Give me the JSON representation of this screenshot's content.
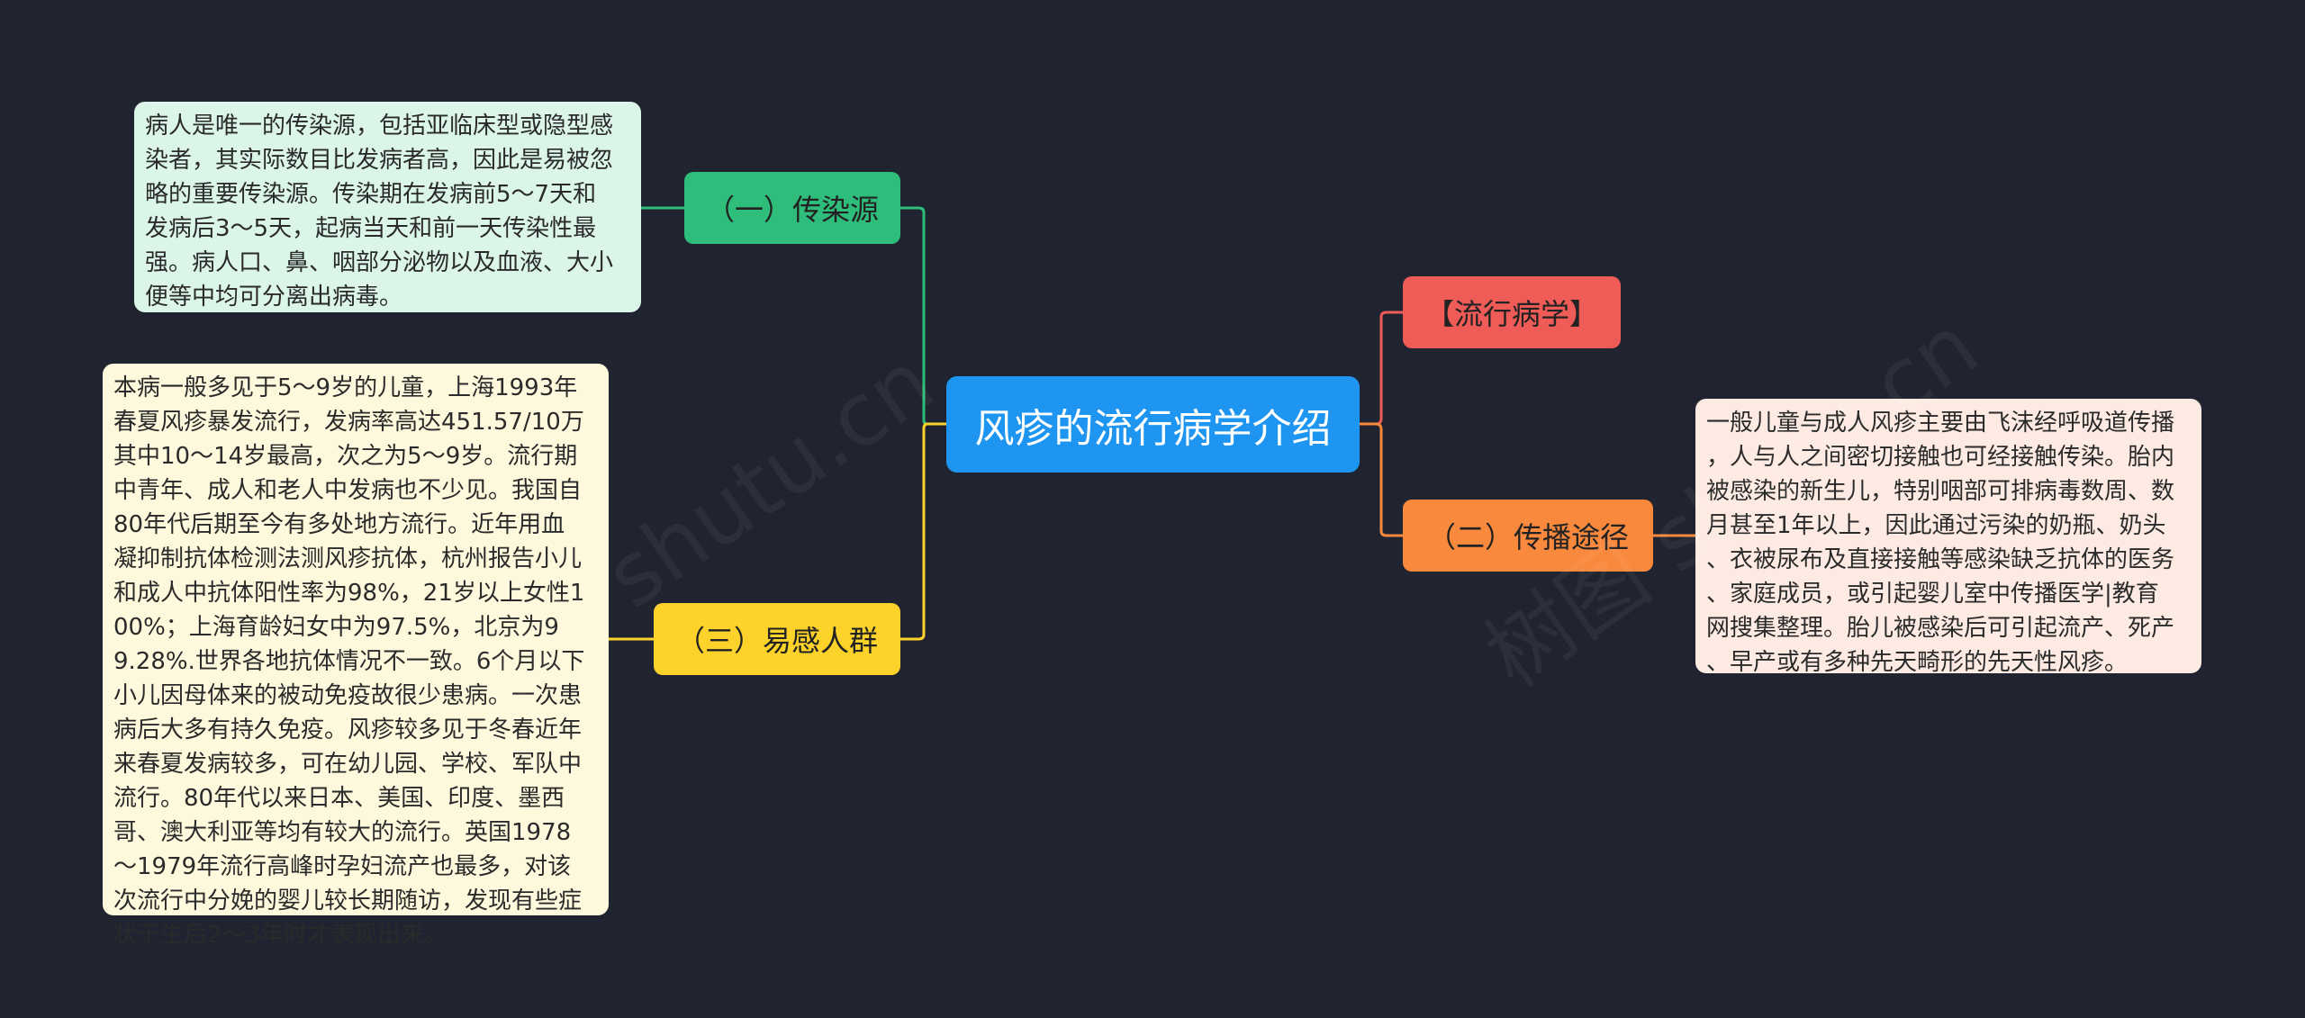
{
  "root": {
    "label": "风疹的流行病学介绍"
  },
  "branches": [
    {
      "id": "b1",
      "label": "（一）传染源",
      "color": "#2ebd7a"
    },
    {
      "id": "b2",
      "label": "【流行病学】",
      "color": "#ef5b57"
    },
    {
      "id": "b3",
      "label": "（二）传播途径",
      "color": "#f9893d"
    },
    {
      "id": "b4",
      "label": "（三）易感人群",
      "color": "#fcd22b"
    }
  ],
  "leaves": {
    "source": "病人是唯一的传染源，包括亚临床型或隐型感\n染者，其实际数目比发病者高，因此是易被忽\n略的重要传染源。传染期在发病前5～7天和\n发病后3～5天，起病当天和前一天传染性最\n强。病人口、鼻、咽部分泌物以及血液、大小\n便等中均可分离出病毒。",
    "susceptible": "本病一般多见于5～9岁的儿童，上海1993年\n春夏风疹暴发流行，发病率高达451.57/10万\n其中10～14岁最高，次之为5～9岁。流行期\n中青年、成人和老人中发病也不少见。我国自\n80年代后期至今有多处地方流行。近年用血\n凝抑制抗体检测法测风疹抗体，杭州报告小儿\n和成人中抗体阳性率为98%，21岁以上女性1\n00%；上海育龄妇女中为97.5%，北京为9\n9.28%.世界各地抗体情况不一致。6个月以下\n小儿因母体来的被动免疫故很少患病。一次患\n病后大多有持久免疫。风疹较多见于冬春近年\n来春夏发病较多，可在幼儿园、学校、军队中\n流行。80年代以来日本、美国、印度、墨西\n哥、澳大利亚等均有较大的流行。英国1978\n～1979年流行高峰时孕妇流产也最多，对该\n次流行中分娩的婴儿较长期随访，发现有些症\n状于生后2～3年时才表现出来。",
    "route": "一般儿童与成人风疹主要由飞沫经呼吸道传播\n，人与人之间密切接触也可经接触传染。胎内\n被感染的新生儿，特别咽部可排病毒数周、数\n月甚至1年以上，因此通过污染的奶瓶、奶头\n、衣被尿布及直接接触等感染缺乏抗体的医务\n、家庭成员，或引起婴儿室中传播医学|教育\n网搜集整理。胎儿被感染后可引起流产、死产\n、早产或有多种先天畸形的先天性风疹。"
  },
  "watermark": "树图 shutu.cn"
}
